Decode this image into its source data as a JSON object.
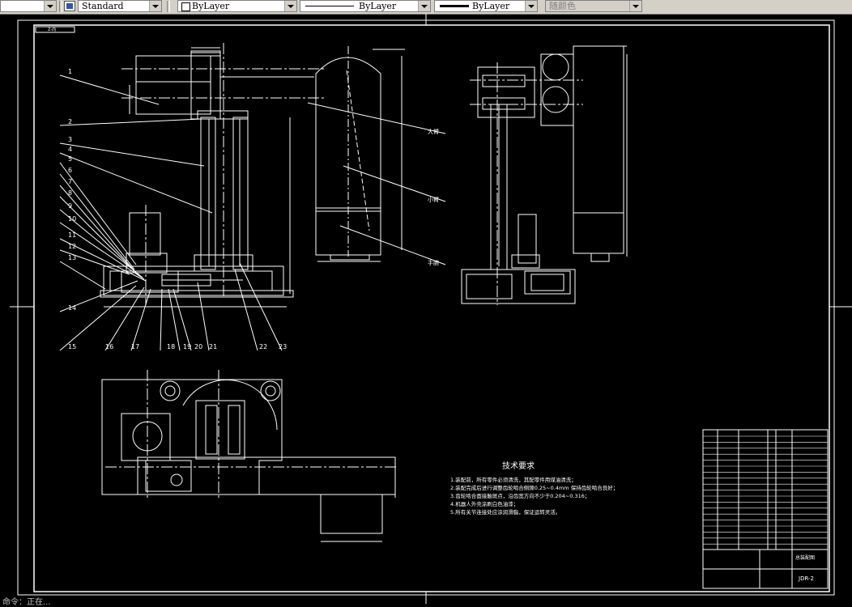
{
  "toolbar": {
    "style_value": "Standard",
    "layer_value": "ByLayer",
    "linetype_value": "ByLayer",
    "lineweight_value": "ByLayer",
    "color_value": "随颜色"
  },
  "drawing": {
    "view_label": "Z-向",
    "part_numbers_left": [
      "1",
      "2",
      "3",
      "4",
      "5",
      "6",
      "7",
      "8",
      "9",
      "10",
      "11",
      "12",
      "13",
      "14"
    ],
    "part_numbers_bottom": [
      "15",
      "16",
      "17",
      "18",
      "19",
      "20",
      "21",
      "22",
      "23"
    ],
    "callouts": {
      "big_arm": "大臂",
      "small_arm": "小臂",
      "wrist": "手腕"
    },
    "tech_title": "技术要求",
    "tech_items": [
      "1.装配前，所有零件必须清洗，其配零件用煤油清洗；",
      "2.装配完成后进行调整齿轮啮合侧隙0.25~0.4mm 保持齿轮啮合良好；",
      "3.齿轮啮合面接触斑点，沿齿宽方向不少于0.204~0.316；",
      "4.机器人外壳涂刷白色油漆；",
      "5.所有关节连接处应涂润滑脂，保证运转灵活。"
    ],
    "title_block": {
      "name": "总装配图",
      "code": "JDR-2"
    }
  },
  "status": {
    "text": "命令：正在..."
  }
}
